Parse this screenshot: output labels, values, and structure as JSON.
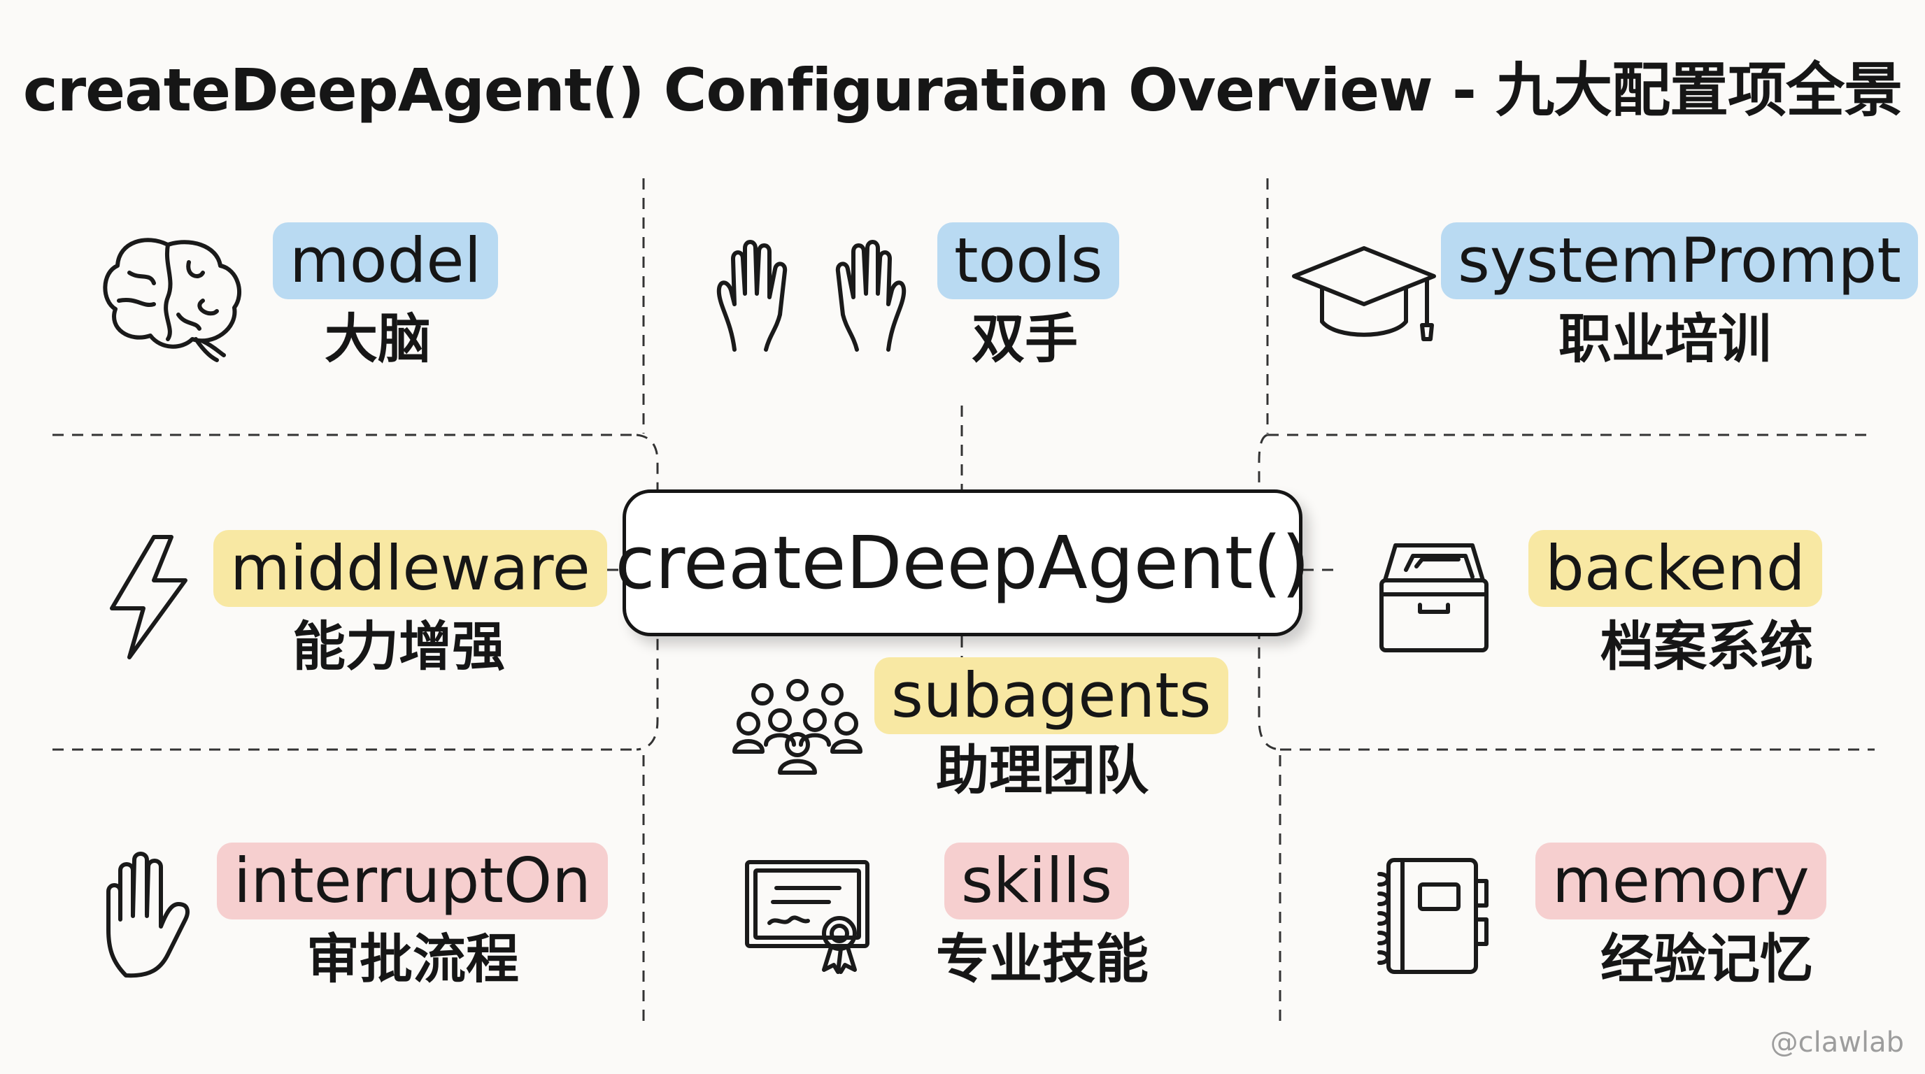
{
  "title": "createDeepAgent() Configuration Overview - 九大配置项全景",
  "center": {
    "label": "createDeepAgent()"
  },
  "items": [
    {
      "key": "model",
      "cn": "大脑",
      "color": "#b9daf2",
      "icon": "brain-icon"
    },
    {
      "key": "tools",
      "cn": "双手",
      "color": "#b9daf2",
      "icon": "hands-icon"
    },
    {
      "key": "systemPrompt",
      "cn": "职业培训",
      "color": "#b9daf2",
      "icon": "graduation-cap-icon"
    },
    {
      "key": "middleware",
      "cn": "能力增强",
      "color": "#f8e8a3",
      "icon": "lightning-icon"
    },
    {
      "key": "subagents",
      "cn": "助理团队",
      "color": "#f8e8a3",
      "icon": "team-icon"
    },
    {
      "key": "backend",
      "cn": "档案系统",
      "color": "#f8e8a3",
      "icon": "file-cabinet-icon"
    },
    {
      "key": "interruptOn",
      "cn": "审批流程",
      "color": "#f6cfcf",
      "icon": "stop-hand-icon"
    },
    {
      "key": "skills",
      "cn": "专业技能",
      "color": "#f6cfcf",
      "icon": "certificate-icon"
    },
    {
      "key": "memory",
      "cn": "经验记忆",
      "color": "#f6cfcf",
      "icon": "notebook-icon"
    }
  ],
  "watermark": "@clawlab"
}
